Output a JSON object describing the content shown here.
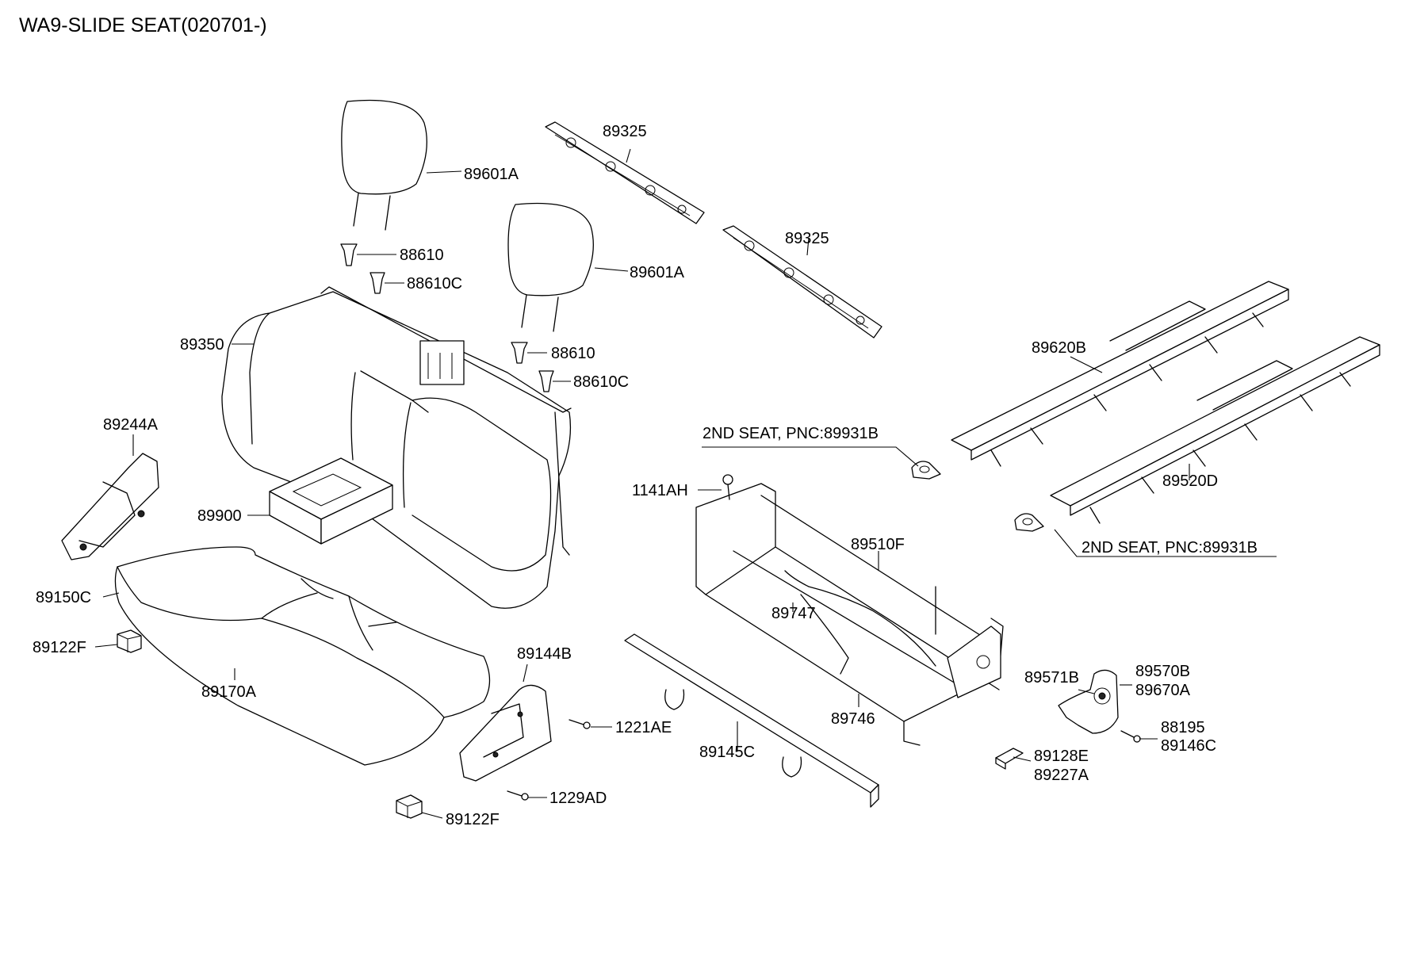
{
  "title": "WA9-SLIDE SEAT(020701-)",
  "callouts": {
    "c89601A_1": "89601A",
    "c89601A_2": "89601A",
    "c89325_1": "89325",
    "c89325_2": "89325",
    "c88610_1": "88610",
    "c88610C_1": "88610C",
    "c88610_2": "88610",
    "c88610C_2": "88610C",
    "c89350": "89350",
    "c89244A": "89244A",
    "c89900": "89900",
    "c89150C": "89150C",
    "c89122F_1": "89122F",
    "c89170A": "89170A",
    "c89144B": "89144B",
    "c1221AE": "1221AE",
    "c1229AD": "1229AD",
    "c89122F_2": "89122F",
    "c89620B": "89620B",
    "c89520D": "89520D",
    "c2ndseat_1": "2ND SEAT, PNC:89931B",
    "c2ndseat_2": "2ND SEAT, PNC:89931B",
    "c1141AH": "1141AH",
    "c89510F": "89510F",
    "c89747": "89747",
    "c89746": "89746",
    "c89145C": "89145C",
    "c89571B": "89571B",
    "c89570B": "89570B",
    "c89670A": "89670A",
    "c88195": "88195",
    "c89146C": "89146C",
    "c89128E": "89128E",
    "c89227A": "89227A"
  }
}
